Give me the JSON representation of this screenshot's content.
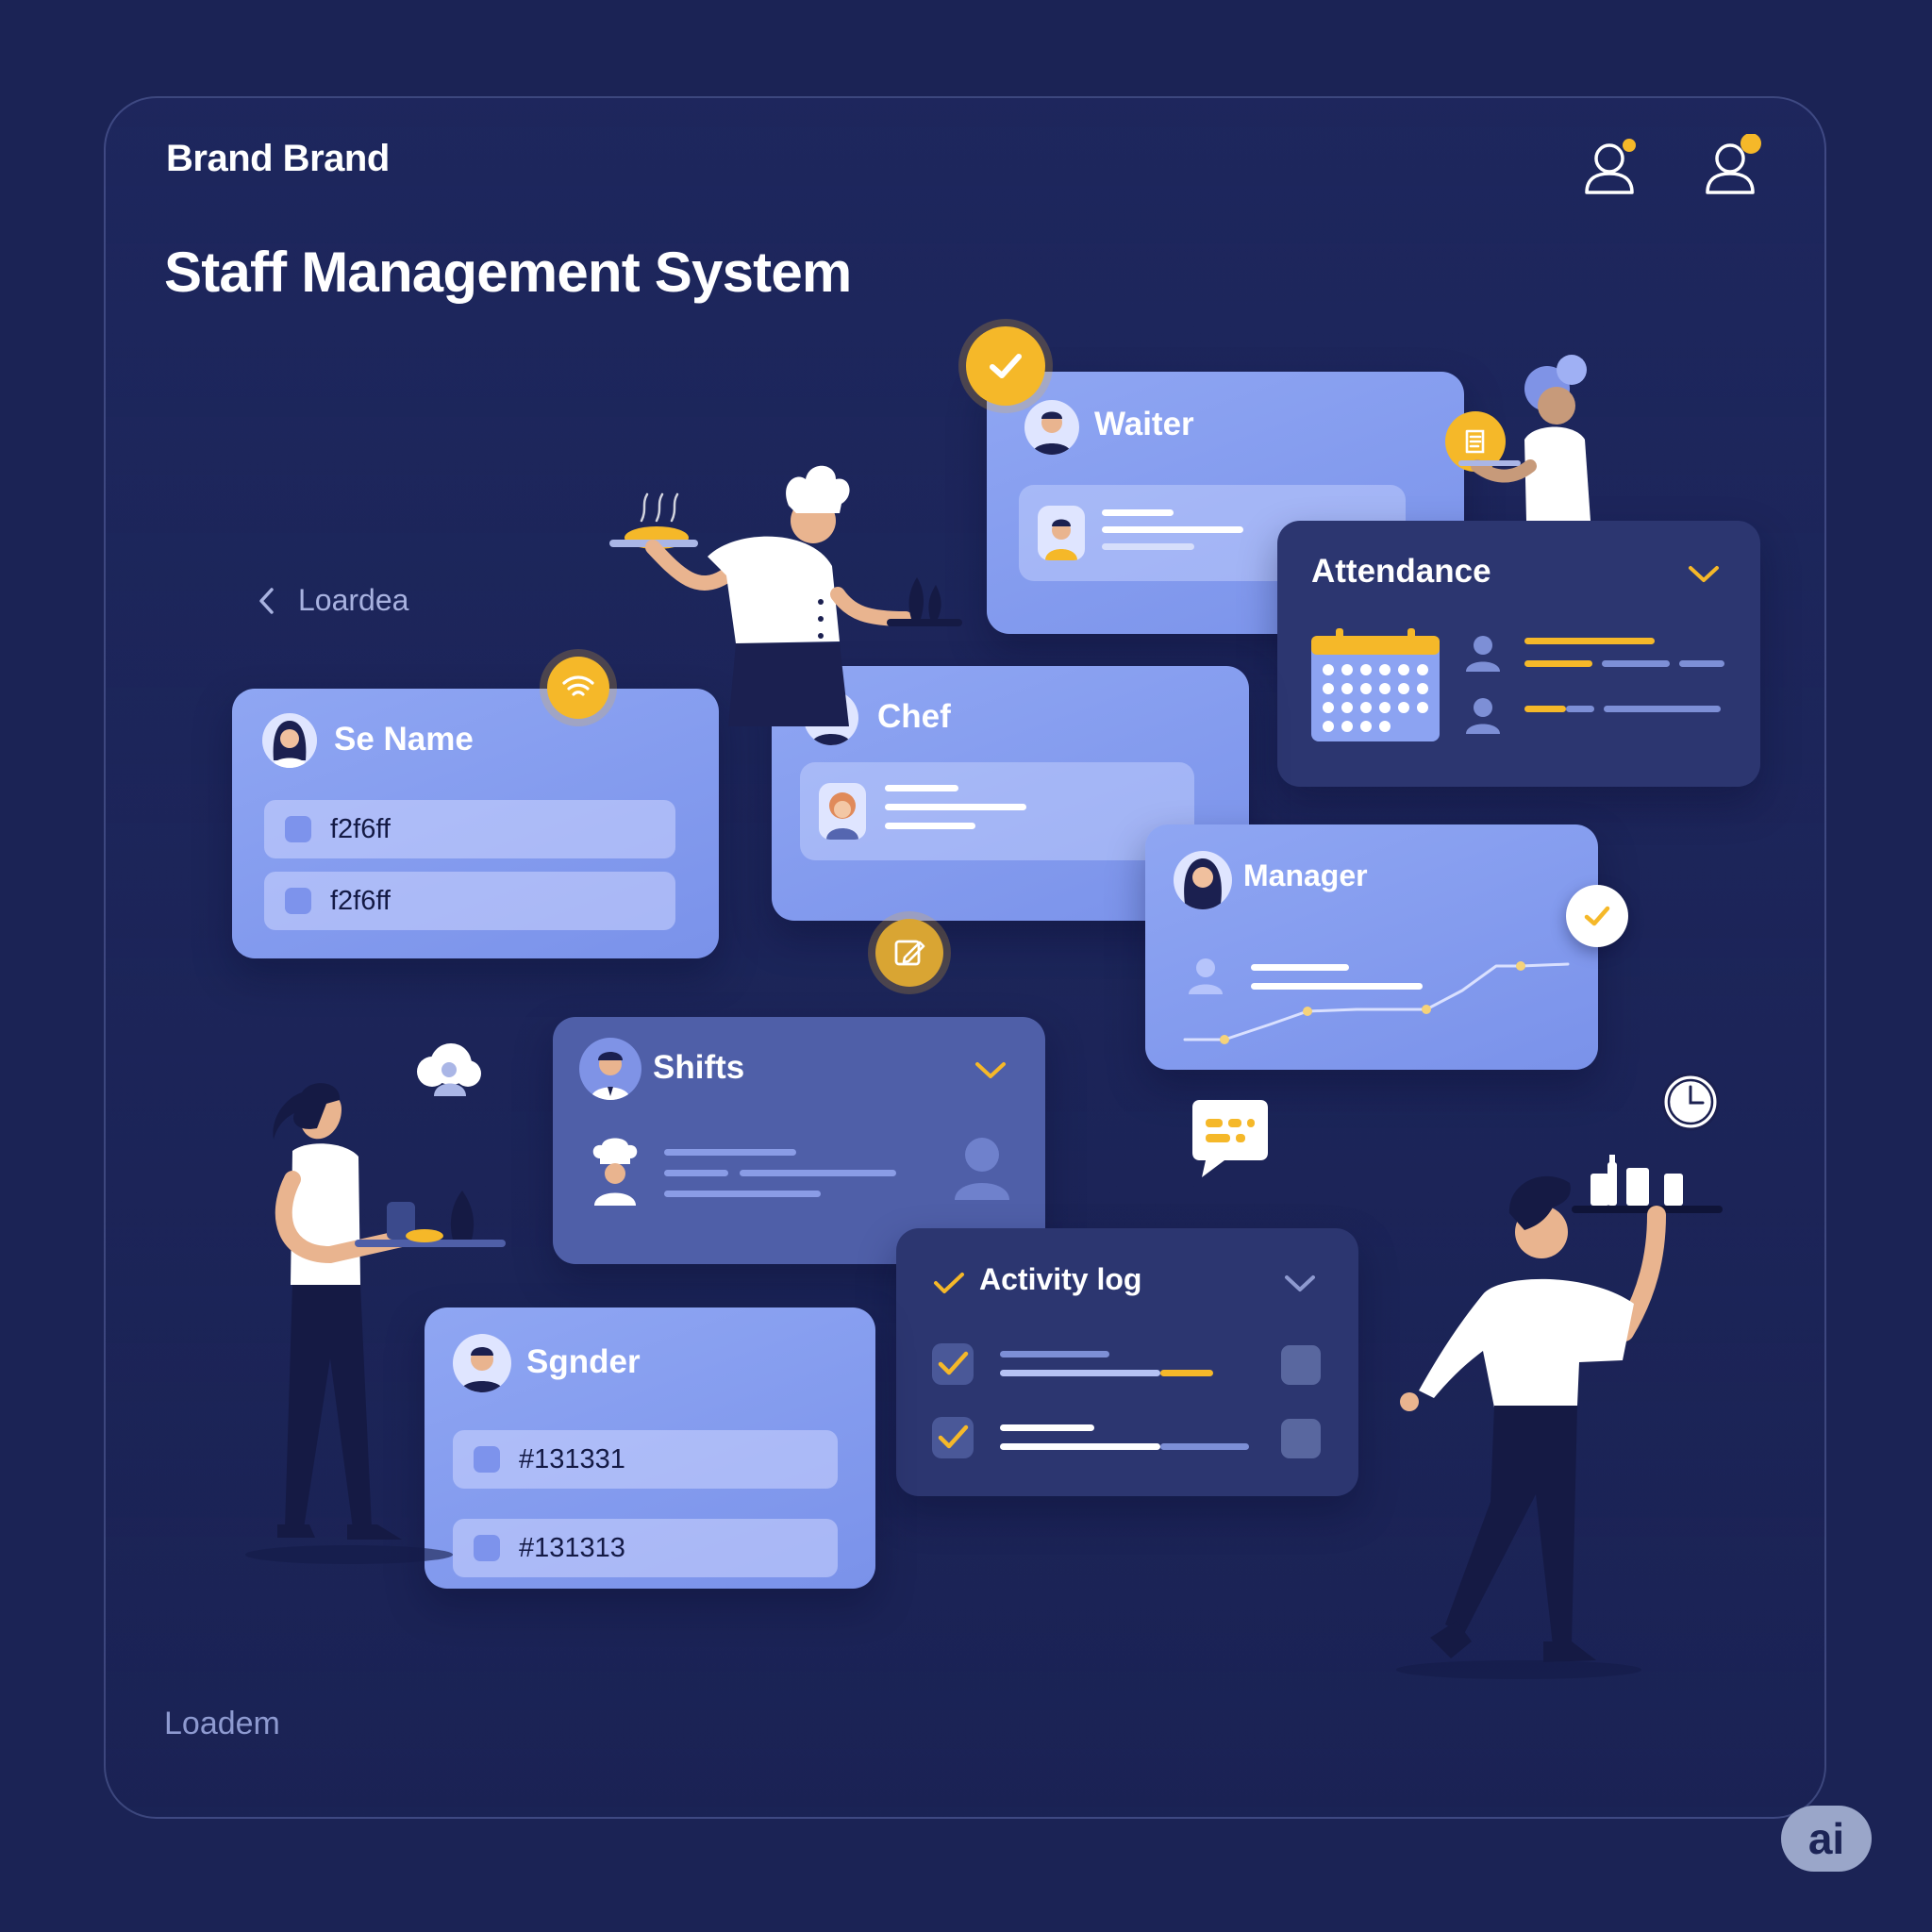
{
  "header": {
    "brand": "Brand Brand",
    "title": "Staff Management System",
    "icons": [
      "user-icon",
      "user-icon"
    ],
    "notification_color": "#f5b829"
  },
  "nav": {
    "back_label": "Loardea"
  },
  "footer": {
    "text": "Loadem",
    "ai_badge": "ai"
  },
  "cards": {
    "staff": {
      "title": "Se Name",
      "fields": [
        "f2f6ff",
        "f2f6ff"
      ]
    },
    "waiter": {
      "title": "Waiter"
    },
    "chef": {
      "title": "Chef"
    },
    "attendance": {
      "title": "Attendance"
    },
    "manager": {
      "title": "Manager"
    },
    "shifts": {
      "title": "Shifts"
    },
    "sender": {
      "title": "Sgnder",
      "fields": [
        "#131331",
        "#131313"
      ]
    },
    "activity": {
      "title": "Activity log"
    }
  },
  "colors": {
    "background": "#1b2355",
    "card_light": "#8fa6f3",
    "card_dark": "#2c3670",
    "accent": "#f5b829"
  }
}
